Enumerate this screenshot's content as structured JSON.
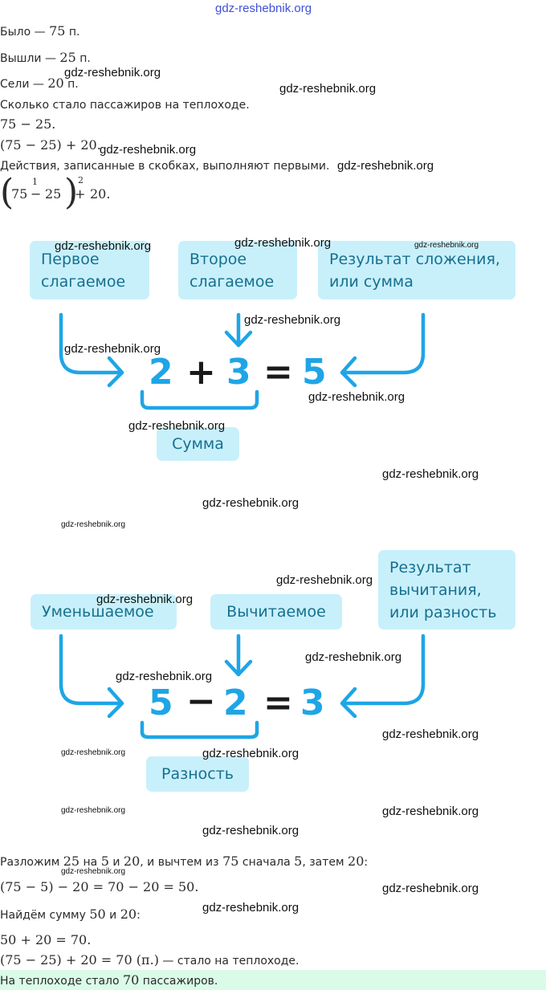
{
  "watermark": {
    "top": "gdz-reshebnik.org",
    "text": "gdz-reshebnik.org"
  },
  "intro": {
    "line1_label": "Было — ",
    "line1_value": "75",
    "line1_unit": " п.",
    "line2_label": "Вышли — ",
    "line2_value": "25",
    "line2_unit": " п.",
    "line3_label": "Сели — ",
    "line3_value": "20",
    "line3_unit": " п.",
    "question": "Сколько стало пассажиров на теплоходе.",
    "expr1": "75 − 25.",
    "expr2": "(75 − 25) + 20.",
    "rule": "Действия, записанные в скобках, выполняют первыми.",
    "order_expr": {
      "a": "75",
      "op1": "−",
      "b": "25",
      "op2": "+",
      "c": "20.",
      "step1": "1",
      "step2": "2"
    }
  },
  "addition_diagram": {
    "labels": {
      "first": [
        "Первое",
        "слагаемое"
      ],
      "second": [
        "Второе",
        "слагаемое"
      ],
      "result": [
        "Результат сложения,",
        "или сумма"
      ],
      "sum": "Сумма"
    },
    "equation": {
      "a": "2",
      "op": "+",
      "b": "3",
      "eq": "=",
      "result": "5"
    }
  },
  "subtraction_diagram": {
    "labels": {
      "first": "Уменьшаемое",
      "second": "Вычитаемое",
      "result": [
        "Результат",
        "вычитания,",
        "или разность"
      ],
      "diff": "Разность"
    },
    "equation": {
      "a": "5",
      "op": "−",
      "b": "2",
      "eq": "=",
      "result": "3"
    }
  },
  "solution": {
    "decompose_text_1": "Разложим ",
    "decompose_n1": "25",
    "decompose_text_2": " на ",
    "decompose_n2": "5",
    "decompose_text_3": " и ",
    "decompose_n3": "20",
    "decompose_text_4": ", и вычтем из ",
    "decompose_n4": "75",
    "decompose_text_5": " сначала ",
    "decompose_n5": "5",
    "decompose_text_6": ", затем ",
    "decompose_n6": "20",
    "decompose_text_7": ":",
    "expr_decompose": "(75 − 5) − 20 = 70 − 20 = 50.",
    "find_sum_text": "Найдём сумму ",
    "find_sum_n1": "50",
    "find_sum_and": " и ",
    "find_sum_n2": "20",
    "find_sum_colon": ":",
    "expr_sum": "50 + 20 = 70.",
    "final_expr": "(75 − 25) + 20 = 70 (п.)",
    "final_text": " — стало на теплоходе.",
    "answer_text_1": "На теплоходе стало ",
    "answer_value": "70",
    "answer_text_2": " пассажиров."
  },
  "colors": {
    "accent_blue": "#1ea5e6",
    "label_box_bg": "#c8f0fb",
    "label_text": "#17708f",
    "answer_bg": "#dbfbe9"
  }
}
